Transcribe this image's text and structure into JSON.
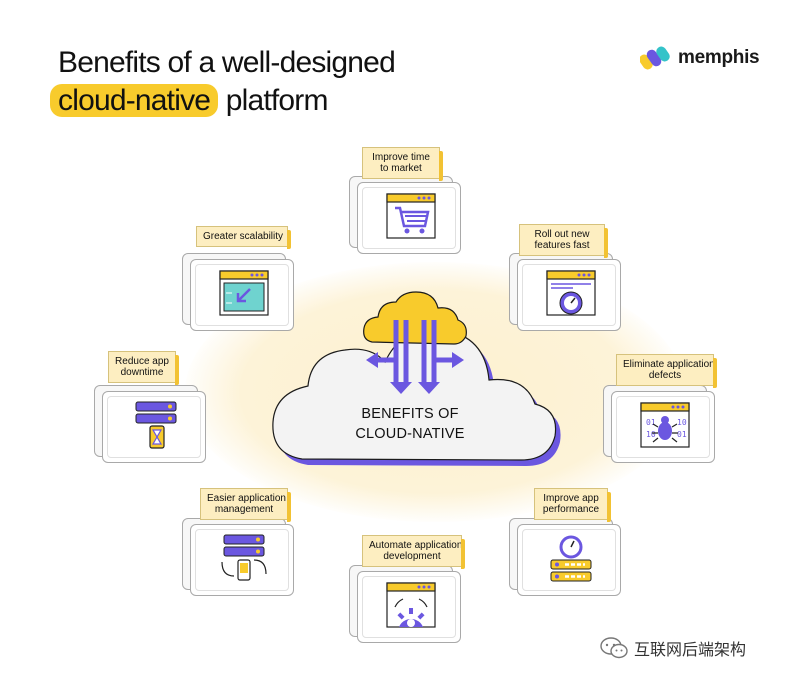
{
  "title": {
    "line1": "Benefits of a well-designed",
    "highlight": "cloud-native",
    "rest": "platform"
  },
  "logo": {
    "text": "memphis"
  },
  "center": {
    "line1": "BENEFITS OF",
    "line2": "CLOUD-NATIVE"
  },
  "benefits": {
    "time_to_market": {
      "line1": "Improve time",
      "line2": "to market",
      "icon": "shopping-cart-icon"
    },
    "new_features": {
      "line1": "Roll out new",
      "line2": "features fast",
      "icon": "speedometer-icon"
    },
    "eliminate_defects": {
      "line1": "Eliminate application",
      "line2": "defects",
      "icon": "bug-icon"
    },
    "performance": {
      "line1": "Improve app",
      "line2": "performance",
      "icon": "server-gauge-icon"
    },
    "automate": {
      "line1": "Automate application",
      "line2": "development",
      "icon": "gear-icon"
    },
    "management": {
      "line1": "Easier application",
      "line2": "management",
      "icon": "server-sync-icon"
    },
    "downtime": {
      "line1": "Reduce app",
      "line2": "downtime",
      "icon": "server-hourglass-icon"
    },
    "scalability": {
      "line1": "Greater scalability",
      "line2": "",
      "icon": "scale-arrows-icon"
    }
  },
  "watermark": {
    "text": "互联网后端架构"
  },
  "colors": {
    "accent": "#f8cb2c",
    "purple": "#6b57e0",
    "label_bg": "#fdeec1",
    "cloud_shadow": "#6b57e0"
  }
}
